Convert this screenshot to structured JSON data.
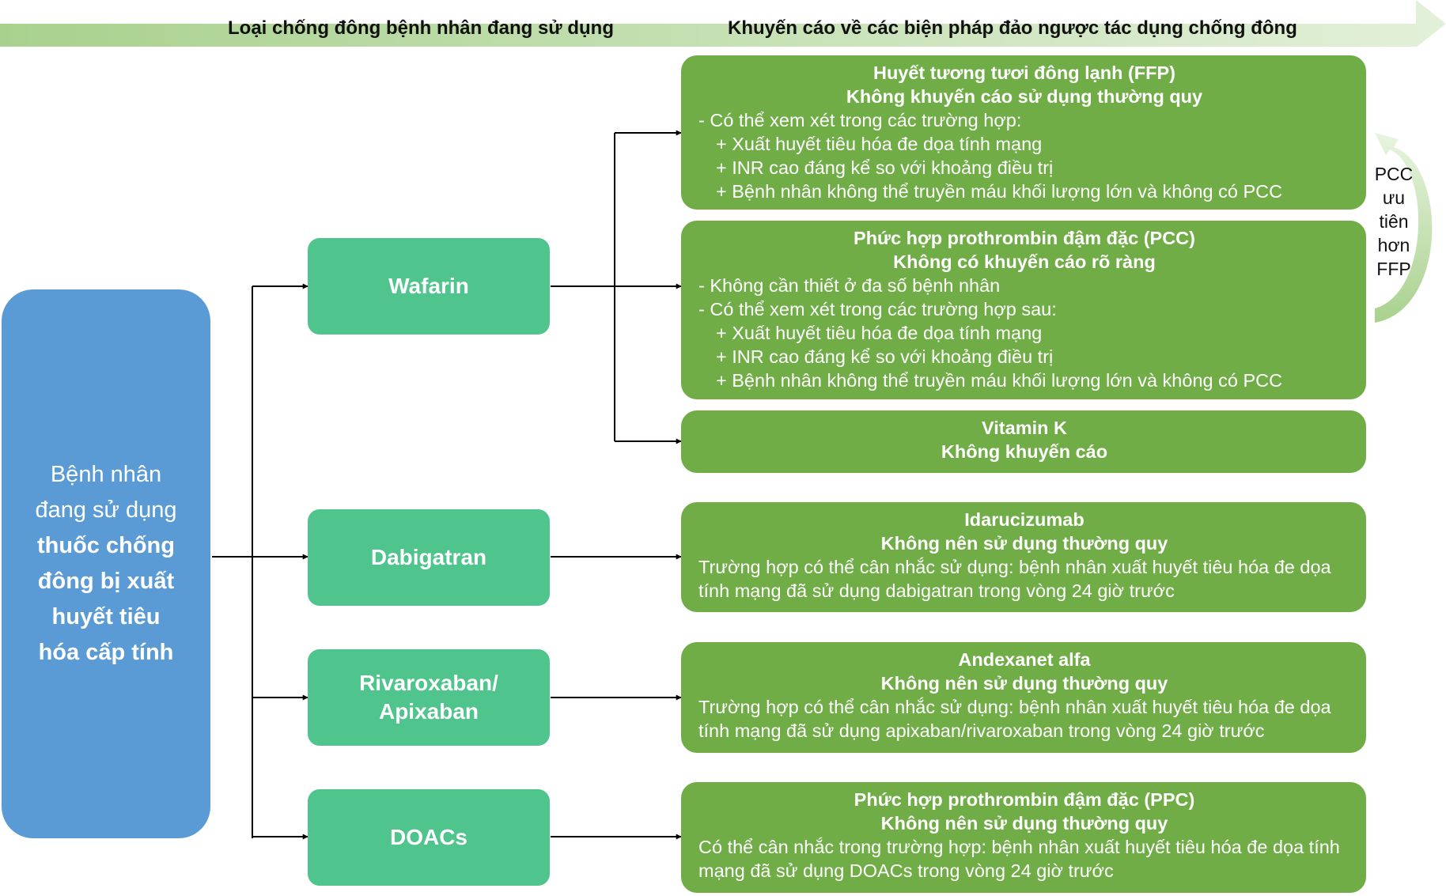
{
  "header": {
    "left_title": "Loại chống đông bệnh nhân đang sử dụng",
    "right_title": "Khuyến cáo về các biện pháp đảo ngược tác dụng chống đông"
  },
  "patient": {
    "line1": "Bệnh nhân",
    "line2": "đang sử dụng",
    "bold1": "thuốc chống",
    "bold2a": "đông bị",
    "normal_mid": " ",
    "bold2b": "xuất",
    "bold3": "huyết tiêu",
    "bold4": "hóa cấp tính"
  },
  "drugs": {
    "warfarin": "Wafarin",
    "dabigatran": "Dabigatran",
    "rivaroxaban_line1": "Rivaroxaban/",
    "rivaroxaban_line2": "Apixaban",
    "doacs": "DOACs"
  },
  "recommendations": {
    "ffp": {
      "title1": "Huyết tương tươi đông lạnh (FFP)",
      "title2": "Không khuyến cáo sử dụng thường quy",
      "line1": "- Có thể xem xét trong các trường hợp:",
      "line2": "+ Xuất huyết tiêu hóa đe dọa tính mạng",
      "line3": "+ INR cao đáng kể so với khoảng điều trị",
      "line4": "+ Bệnh nhân không thể truyền máu khối lượng lớn và không có PCC"
    },
    "pcc": {
      "title1": "Phức hợp prothrombin đậm đặc (PCC)",
      "title2": "Không có khuyến cáo rõ ràng",
      "line1": "- Không cần thiết ở đa số bệnh nhân",
      "line2": "- Có thể xem xét trong các trường hợp sau:",
      "line3": "+ Xuất huyết tiêu hóa đe dọa tính mạng",
      "line4": "+ INR cao đáng kể so với khoảng điều trị",
      "line5": "+ Bệnh nhân không thể truyền máu khối lượng lớn và không có PCC"
    },
    "vitk": {
      "title1": "Vitamin K",
      "title2": "Không khuyến cáo"
    },
    "idarucizumab": {
      "title1": "Idarucizumab",
      "title2": "Không nên sử dụng thường quy",
      "text": "Trường hợp có thể cân nhắc sử dụng: bệnh nhân xuất huyết tiêu hóa đe dọa tính mạng đã sử dụng dabigatran trong vòng 24 giờ trước"
    },
    "andexanet": {
      "title1": "Andexanet alfa",
      "title2": "Không nên sử dụng thường quy",
      "text": "Trường hợp có thể cân nhắc sử dụng: bệnh nhân xuất huyết tiêu hóa đe dọa tính mạng đã sử dụng apixaban/rivaroxaban trong vòng 24 giờ trước"
    },
    "ppc": {
      "title1": "Phức hợp prothrombin đậm đặc (PPC)",
      "title2": "Không nên sử dụng thường quy",
      "text": "Có thể cân nhắc trong trường hợp: bệnh nhân xuất huyết tiêu hóa đe dọa tính mạng đã sử dụng DOACs trong vòng 24 giờ trước"
    }
  },
  "side_note": {
    "l1": "PCC",
    "l2": "ưu",
    "l3": "tiên",
    "l4": "hơn",
    "l5": "FFP"
  },
  "colors": {
    "header_arrow_start": "#a9d18e",
    "header_arrow_end": "#e2f0d9",
    "patient_box": "#5b9bd5",
    "drug_box": "#4fc48c",
    "rec_box": "#70ad47",
    "side_arrow": "#a9d18e"
  }
}
